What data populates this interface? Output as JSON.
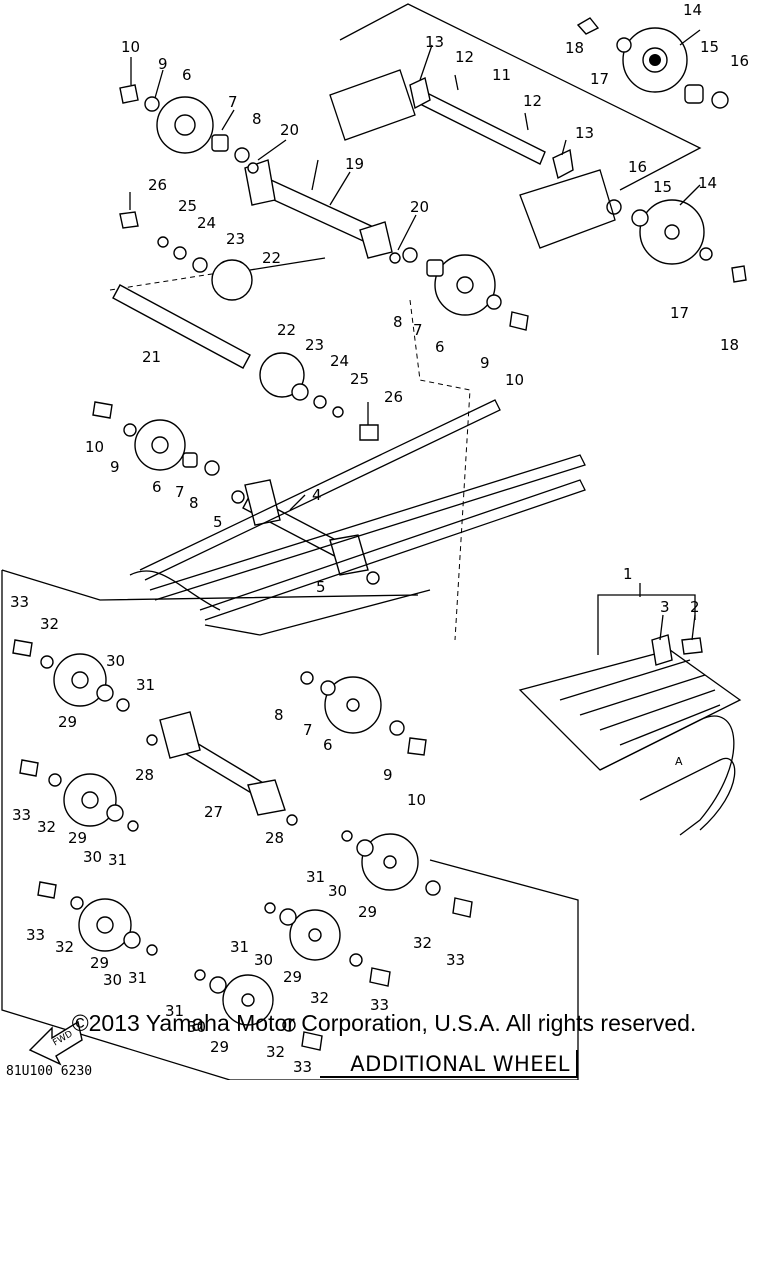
{
  "diagram": {
    "parts": [
      {
        "id": "c1",
        "label": "1"
      },
      {
        "id": "c2",
        "label": "2"
      },
      {
        "id": "c3",
        "label": "3"
      },
      {
        "id": "c4",
        "label": "4"
      },
      {
        "id": "c5a",
        "label": "5"
      },
      {
        "id": "c5b",
        "label": "5"
      },
      {
        "id": "c6a",
        "label": "6"
      },
      {
        "id": "c6b",
        "label": "6"
      },
      {
        "id": "c6c",
        "label": "6"
      },
      {
        "id": "c6d",
        "label": "6"
      },
      {
        "id": "c7a",
        "label": "7"
      },
      {
        "id": "c7b",
        "label": "7"
      },
      {
        "id": "c7c",
        "label": "7"
      },
      {
        "id": "c7d",
        "label": "7"
      },
      {
        "id": "c8a",
        "label": "8"
      },
      {
        "id": "c8b",
        "label": "8"
      },
      {
        "id": "c8c",
        "label": "8"
      },
      {
        "id": "c8d",
        "label": "8"
      },
      {
        "id": "c9a",
        "label": "9"
      },
      {
        "id": "c9b",
        "label": "9"
      },
      {
        "id": "c9c",
        "label": "9"
      },
      {
        "id": "c9d",
        "label": "9"
      },
      {
        "id": "c10a",
        "label": "10"
      },
      {
        "id": "c10b",
        "label": "10"
      },
      {
        "id": "c10c",
        "label": "10"
      },
      {
        "id": "c10d",
        "label": "10"
      },
      {
        "id": "c11",
        "label": "11"
      },
      {
        "id": "c12a",
        "label": "12"
      },
      {
        "id": "c12b",
        "label": "12"
      },
      {
        "id": "c13a",
        "label": "13"
      },
      {
        "id": "c13b",
        "label": "13"
      },
      {
        "id": "c14a",
        "label": "14"
      },
      {
        "id": "c14b",
        "label": "14"
      },
      {
        "id": "c15a",
        "label": "15"
      },
      {
        "id": "c15b",
        "label": "15"
      },
      {
        "id": "c16a",
        "label": "16"
      },
      {
        "id": "c16b",
        "label": "16"
      },
      {
        "id": "c17a",
        "label": "17"
      },
      {
        "id": "c17b",
        "label": "17"
      },
      {
        "id": "c18a",
        "label": "18"
      },
      {
        "id": "c18b",
        "label": "18"
      },
      {
        "id": "c19",
        "label": "19"
      },
      {
        "id": "c20a",
        "label": "20"
      },
      {
        "id": "c20b",
        "label": "20"
      },
      {
        "id": "c21",
        "label": "21"
      },
      {
        "id": "c22a",
        "label": "22"
      },
      {
        "id": "c22b",
        "label": "22"
      },
      {
        "id": "c23a",
        "label": "23"
      },
      {
        "id": "c23b",
        "label": "23"
      },
      {
        "id": "c24a",
        "label": "24"
      },
      {
        "id": "c24b",
        "label": "24"
      },
      {
        "id": "c25a",
        "label": "25"
      },
      {
        "id": "c25b",
        "label": "25"
      },
      {
        "id": "c26a",
        "label": "26"
      },
      {
        "id": "c26b",
        "label": "26"
      },
      {
        "id": "c27",
        "label": "27"
      },
      {
        "id": "c28a",
        "label": "28"
      },
      {
        "id": "c28b",
        "label": "28"
      },
      {
        "id": "c29a",
        "label": "29"
      },
      {
        "id": "c29b",
        "label": "29"
      },
      {
        "id": "c29c",
        "label": "29"
      },
      {
        "id": "c29d",
        "label": "29"
      },
      {
        "id": "c29e",
        "label": "29"
      },
      {
        "id": "c29f",
        "label": "29"
      },
      {
        "id": "c30a",
        "label": "30"
      },
      {
        "id": "c30b",
        "label": "30"
      },
      {
        "id": "c30c",
        "label": "30"
      },
      {
        "id": "c30d",
        "label": "30"
      },
      {
        "id": "c30e",
        "label": "30"
      },
      {
        "id": "c30f",
        "label": "30"
      },
      {
        "id": "c31a",
        "label": "31"
      },
      {
        "id": "c31b",
        "label": "31"
      },
      {
        "id": "c31c",
        "label": "31"
      },
      {
        "id": "c31d",
        "label": "31"
      },
      {
        "id": "c31e",
        "label": "31"
      },
      {
        "id": "c31f",
        "label": "31"
      },
      {
        "id": "c32a",
        "label": "32"
      },
      {
        "id": "c32b",
        "label": "32"
      },
      {
        "id": "c32c",
        "label": "32"
      },
      {
        "id": "c32d",
        "label": "32"
      },
      {
        "id": "c32e",
        "label": "32"
      },
      {
        "id": "c32f",
        "label": "32"
      },
      {
        "id": "c33a",
        "label": "33"
      },
      {
        "id": "c33b",
        "label": "33"
      },
      {
        "id": "c33c",
        "label": "33"
      },
      {
        "id": "c33d",
        "label": "33"
      },
      {
        "id": "c33e",
        "label": "33"
      },
      {
        "id": "c33f",
        "label": "33"
      }
    ],
    "additional_wheel_label": "ADDITIONAL WHEEL",
    "fwd_label": "FWD",
    "track_marker": "A",
    "diagram_code": "81U100 6230"
  },
  "footer": {
    "copyright": "©2013 Yamaha Motor Corporation, U.S.A. All rights reserved."
  }
}
